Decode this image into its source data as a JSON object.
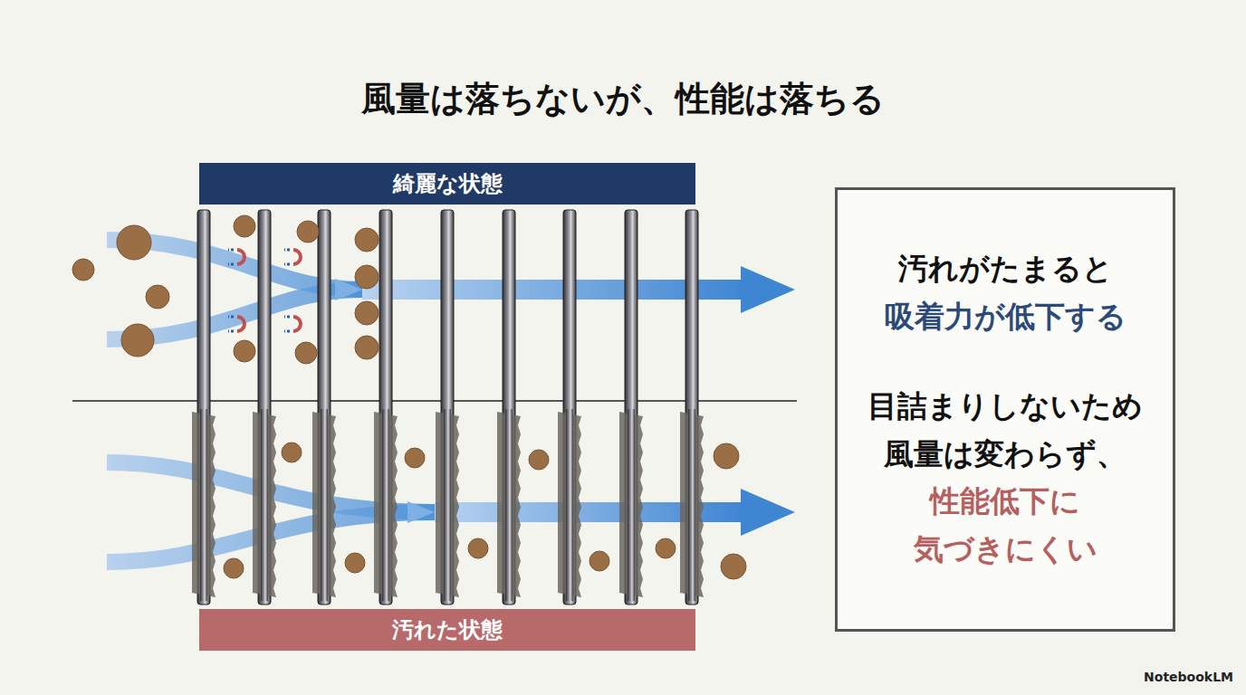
{
  "diagram": {
    "title": "風量は落ちないが、性能は落ちる",
    "nodes": [
      {
        "text": [
          "綺麗な状態"
        ]
      },
      {
        "text": [
          "汚れた状態"
        ]
      },
      {
        "text": [
          "汚れがたまると",
          "吸着力が低下する",
          "目詰まりしないため 風量は変わらず、",
          "性能低下に 気づきにくい"
        ]
      }
    ],
    "labels": [
      "NotebookLM"
    ]
  }
}
